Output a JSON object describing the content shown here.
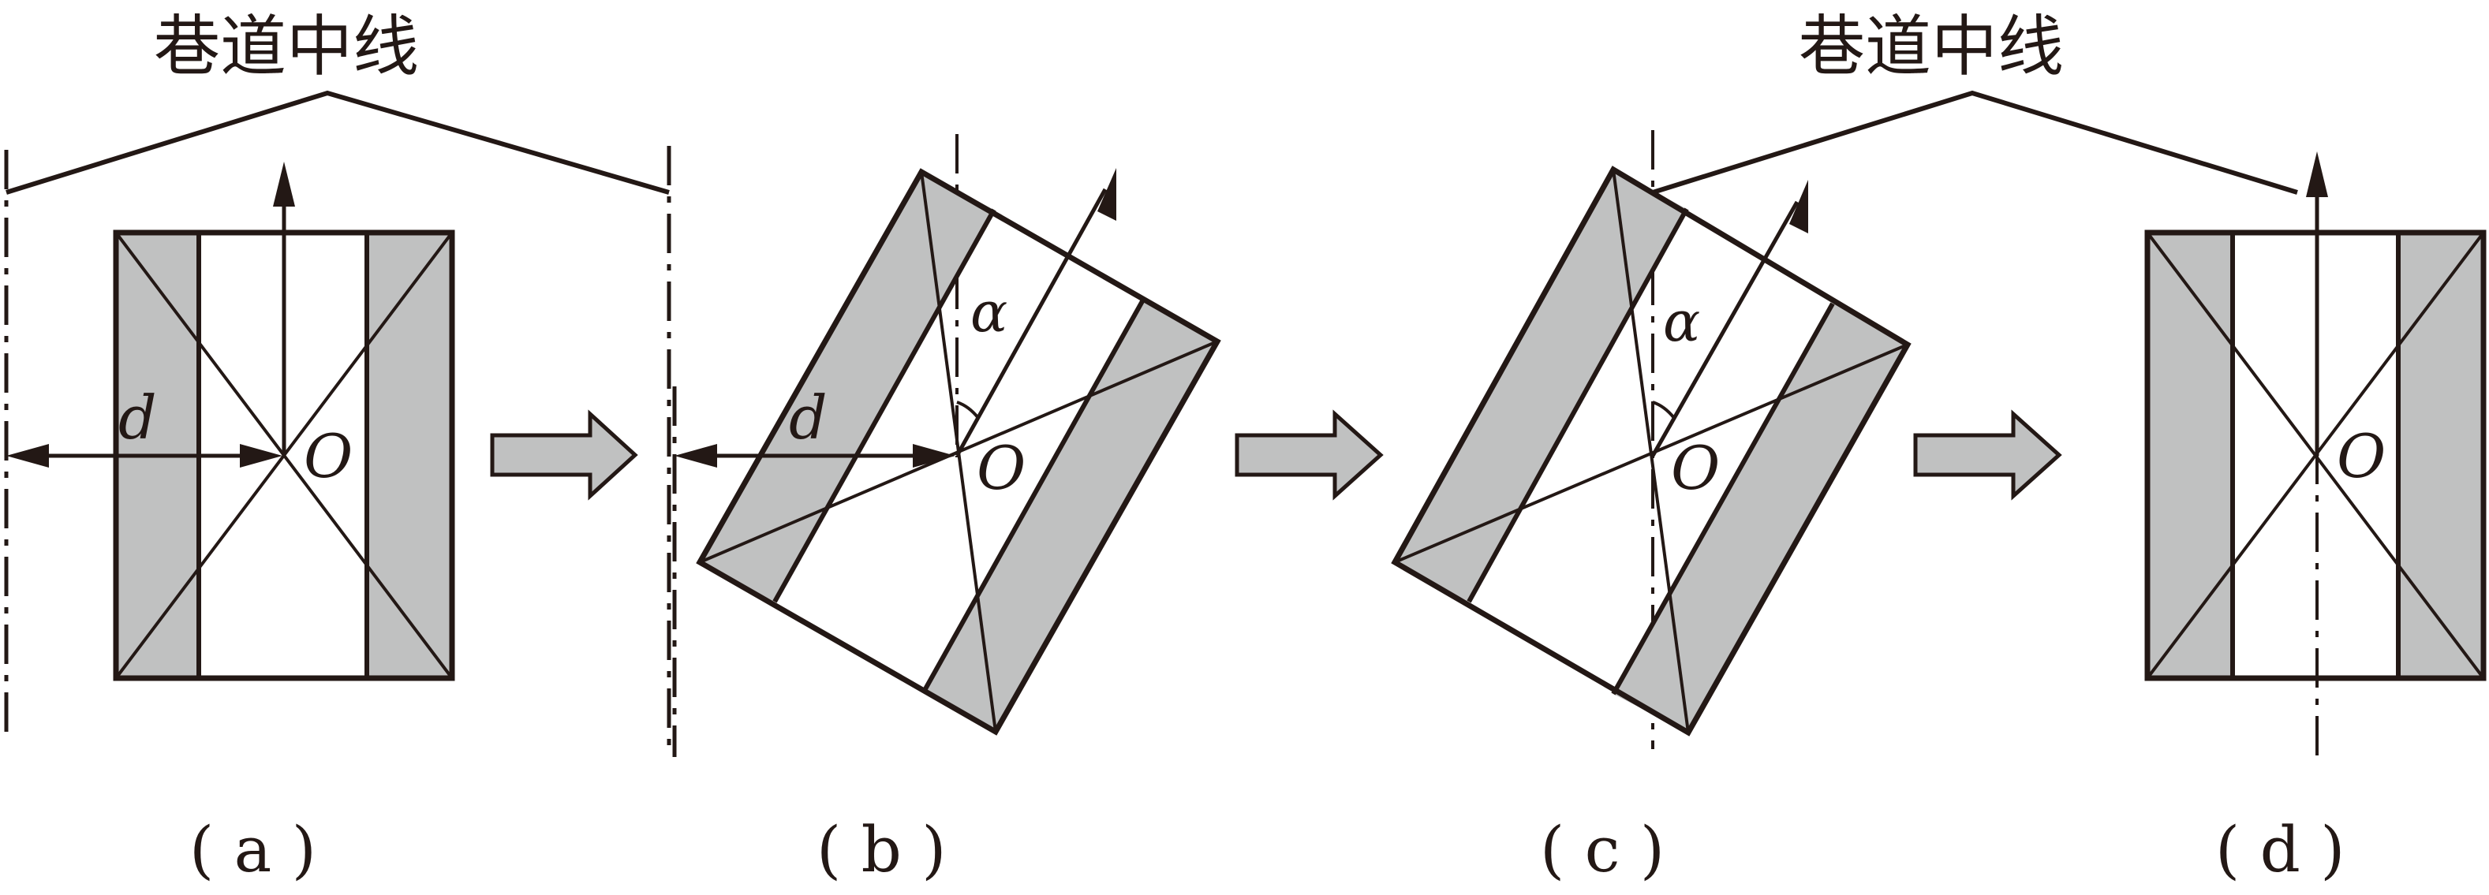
{
  "labels": {
    "tunnel_centerline": "巷道中线",
    "distance": "d",
    "center": "O",
    "angle": "α"
  },
  "captions": {
    "a": "( a )",
    "b": "( b )",
    "c": "( c )",
    "d": "( d )"
  },
  "colors": {
    "ink": "#231815",
    "fill": "#c0c1c1"
  }
}
